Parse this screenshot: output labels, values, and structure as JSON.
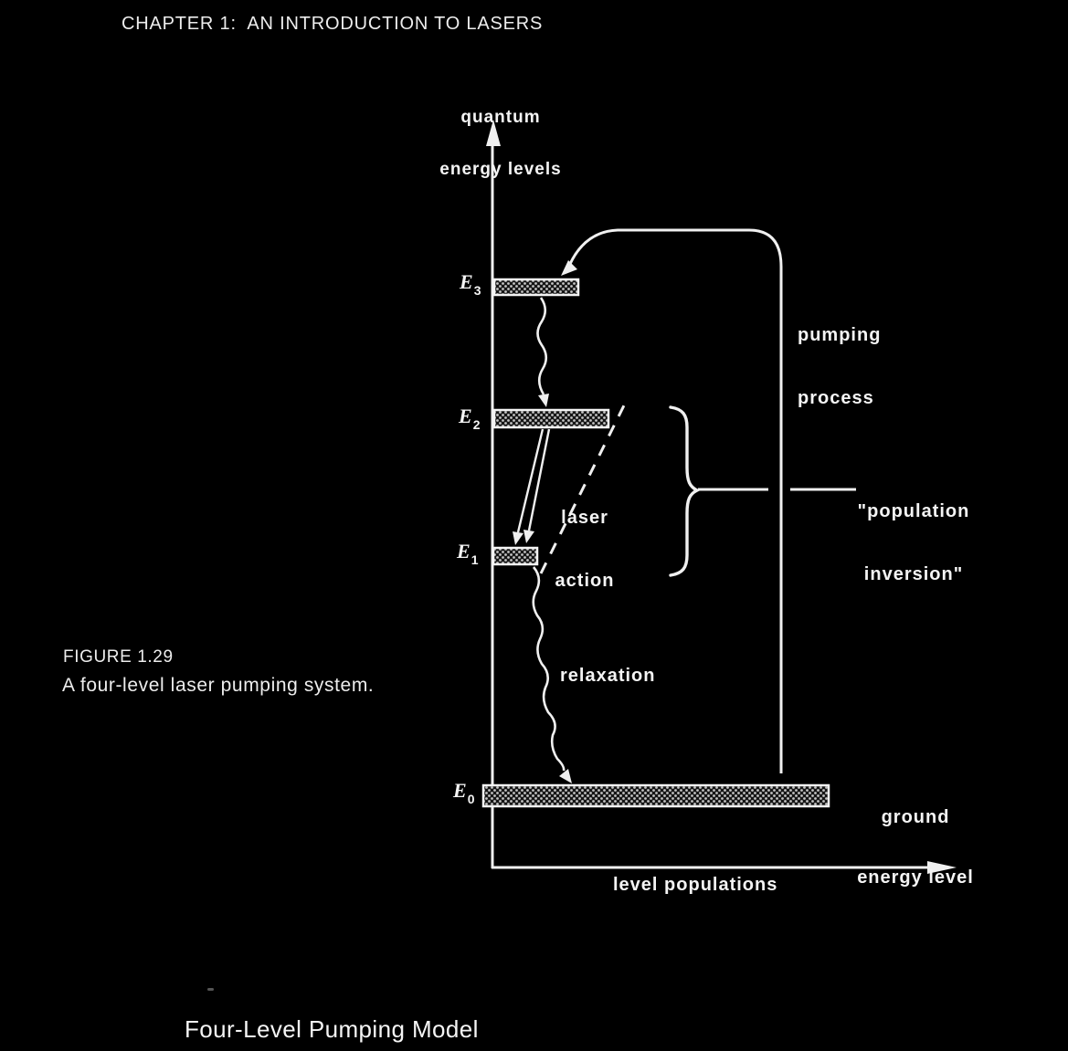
{
  "header": {
    "chapter_heading": "CHAPTER 1:  AN INTRODUCTION TO LASERS"
  },
  "figure_caption": {
    "number": "FIGURE 1.29",
    "text": "A four-level laser pumping system."
  },
  "footer": {
    "slide_title": "Four-Level Pumping Model"
  },
  "diagram": {
    "y_axis_label": {
      "line1": "quantum",
      "line2": "energy levels"
    },
    "x_axis_label": "level populations",
    "energy_levels": [
      {
        "symbol": "E",
        "subscript": "3"
      },
      {
        "symbol": "E",
        "subscript": "2"
      },
      {
        "symbol": "E",
        "subscript": "1"
      },
      {
        "symbol": "E",
        "subscript": "0"
      }
    ],
    "annotations": {
      "pumping_process": {
        "line1": "pumping",
        "line2": "process"
      },
      "laser_action": {
        "line1": "laser",
        "line2": "action"
      },
      "relaxation": "relaxation",
      "population_inversion": {
        "line1": "\"population",
        "line2": "inversion\""
      },
      "ground_level": {
        "line1": "ground",
        "line2": "energy level"
      }
    },
    "colors": {
      "background": "#000000",
      "ink": "#f2f2f2"
    }
  }
}
